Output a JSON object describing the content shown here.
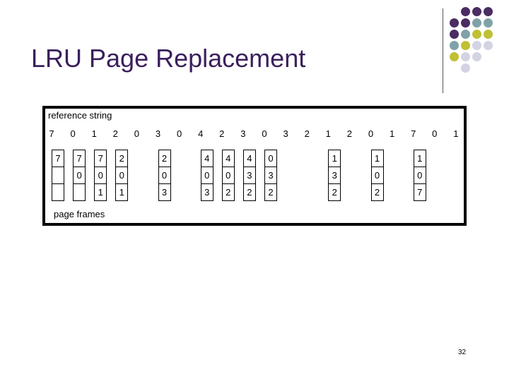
{
  "slide": {
    "title": "LRU Page Replacement",
    "page_number": "32"
  },
  "decoration": {
    "dot_colors": {
      "purple": "#4b2c63",
      "teal": "#7fa2a8",
      "olive": "#bfc034",
      "lavender": "#d3d3e3"
    },
    "dot_grid": [
      [
        "",
        "purple",
        "purple",
        "purple"
      ],
      [
        "purple",
        "purple",
        "teal",
        "teal"
      ],
      [
        "purple",
        "teal",
        "olive",
        "olive"
      ],
      [
        "teal",
        "olive",
        "lavender",
        "lavender"
      ],
      [
        "olive",
        "lavender",
        "lavender",
        ""
      ],
      [
        "",
        "lavender",
        "",
        ""
      ]
    ]
  },
  "diagram": {
    "reference_label": "reference string",
    "frames_label": "page frames",
    "reference_string": [
      "7",
      "0",
      "1",
      "2",
      "0",
      "3",
      "0",
      "4",
      "2",
      "3",
      "0",
      "3",
      "2",
      "1",
      "2",
      "0",
      "1",
      "7",
      "0",
      "1"
    ],
    "frame_states": [
      {
        "index": 0,
        "cells": [
          "7",
          "",
          ""
        ]
      },
      {
        "index": 1,
        "cells": [
          "7",
          "0",
          ""
        ]
      },
      {
        "index": 2,
        "cells": [
          "7",
          "0",
          "1"
        ]
      },
      {
        "index": 3,
        "cells": [
          "2",
          "0",
          "1"
        ]
      },
      {
        "index": 5,
        "cells": [
          "2",
          "0",
          "3"
        ]
      },
      {
        "index": 7,
        "cells": [
          "4",
          "0",
          "3"
        ]
      },
      {
        "index": 8,
        "cells": [
          "4",
          "0",
          "2"
        ]
      },
      {
        "index": 9,
        "cells": [
          "4",
          "3",
          "2"
        ]
      },
      {
        "index": 10,
        "cells": [
          "0",
          "3",
          "2"
        ]
      },
      {
        "index": 13,
        "cells": [
          "1",
          "3",
          "2"
        ]
      },
      {
        "index": 15,
        "cells": [
          "1",
          "0",
          "2"
        ]
      },
      {
        "index": 17,
        "cells": [
          "1",
          "0",
          "7"
        ]
      }
    ]
  }
}
